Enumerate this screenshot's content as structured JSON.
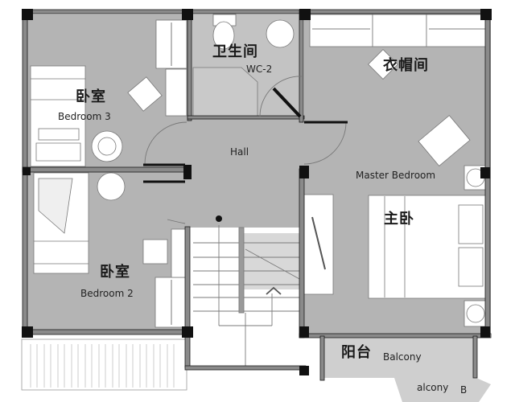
{
  "plan": {
    "colors": {
      "floor": "#b4b4b4",
      "wc_floor": "#c3c3c3",
      "wall": "#1a1a1a",
      "wall_fill": "#8a8a8a",
      "furniture": "#ffffff",
      "background": "#ffffff",
      "line": "#6f6f6f"
    },
    "rooms": {
      "bedroom3": {
        "zh": "卧室",
        "en": "Bedroom 3"
      },
      "wc2": {
        "zh": "卫生间",
        "en": "WC-2"
      },
      "cloakroom": {
        "zh": "衣帽间"
      },
      "hall": {
        "en": "Hall"
      },
      "master_bedroom": {
        "zh": "主卧",
        "en": "Master Bedroom"
      },
      "bedroom2": {
        "zh": "卧室",
        "en": "Bedroom 2"
      },
      "balcony": {
        "zh": "阳台",
        "en": "Balcony"
      },
      "balcony_fragment": {
        "en": "alcony",
        "prefix": "B"
      }
    },
    "stair": {
      "direction_icon": "up-arrow"
    }
  }
}
